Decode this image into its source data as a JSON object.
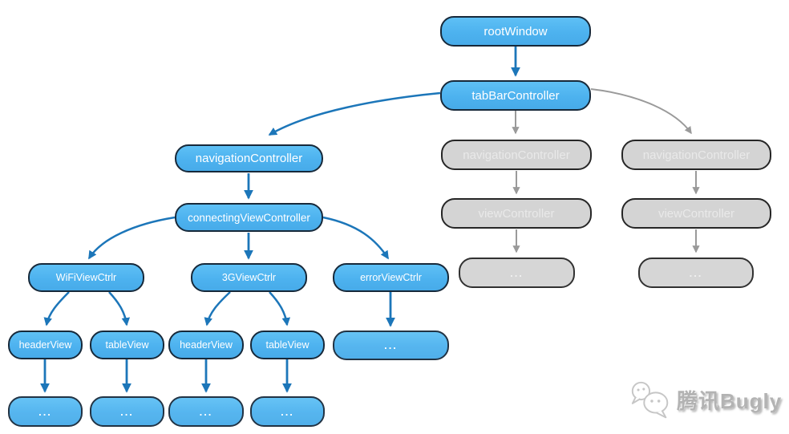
{
  "nodes": {
    "root_window": "rootWindow",
    "tab_bar_controller": "tabBarController",
    "navigation_controller_left": "navigationController",
    "navigation_controller_mid": "navigationController",
    "navigation_controller_right": "navigationController",
    "connecting_view_controller": "connectingViewController",
    "view_controller_mid": "viewController",
    "view_controller_right": "viewController",
    "wifi_view_ctrlr": "WiFiViewCtrlr",
    "g3_view_ctrlr": "3GViewCtrlr",
    "error_view_ctrlr": "errorViewCtrlr",
    "header_view_1": "headerView",
    "table_view_1": "tableView",
    "header_view_2": "headerView",
    "table_view_2": "tableView",
    "error_dots": "...",
    "dots_1": "...",
    "dots_2": "...",
    "dots_3": "...",
    "dots_4": "...",
    "dots_mid": "...",
    "dots_right": "..."
  },
  "edges": [
    {
      "from": "root_window",
      "to": "tab_bar_controller",
      "style": "blue"
    },
    {
      "from": "tab_bar_controller",
      "to": "navigation_controller_left",
      "style": "blue-curve"
    },
    {
      "from": "tab_bar_controller",
      "to": "navigation_controller_mid",
      "style": "gray"
    },
    {
      "from": "tab_bar_controller",
      "to": "navigation_controller_right",
      "style": "gray-curve"
    },
    {
      "from": "navigation_controller_left",
      "to": "connecting_view_controller",
      "style": "blue"
    },
    {
      "from": "connecting_view_controller",
      "to": "wifi_view_ctrlr",
      "style": "blue-curve"
    },
    {
      "from": "connecting_view_controller",
      "to": "g3_view_ctrlr",
      "style": "blue"
    },
    {
      "from": "connecting_view_controller",
      "to": "error_view_ctrlr",
      "style": "blue-curve"
    },
    {
      "from": "wifi_view_ctrlr",
      "to": "header_view_1",
      "style": "blue-curve"
    },
    {
      "from": "wifi_view_ctrlr",
      "to": "table_view_1",
      "style": "blue-curve"
    },
    {
      "from": "g3_view_ctrlr",
      "to": "header_view_2",
      "style": "blue-curve"
    },
    {
      "from": "g3_view_ctrlr",
      "to": "table_view_2",
      "style": "blue-curve"
    },
    {
      "from": "error_view_ctrlr",
      "to": "error_dots",
      "style": "blue"
    },
    {
      "from": "header_view_1",
      "to": "dots_1",
      "style": "blue"
    },
    {
      "from": "table_view_1",
      "to": "dots_2",
      "style": "blue"
    },
    {
      "from": "header_view_2",
      "to": "dots_3",
      "style": "blue"
    },
    {
      "from": "table_view_2",
      "to": "dots_4",
      "style": "blue"
    },
    {
      "from": "navigation_controller_mid",
      "to": "view_controller_mid",
      "style": "gray"
    },
    {
      "from": "view_controller_mid",
      "to": "dots_mid",
      "style": "gray"
    },
    {
      "from": "navigation_controller_right",
      "to": "view_controller_right",
      "style": "gray"
    },
    {
      "from": "view_controller_right",
      "to": "dots_right",
      "style": "gray"
    }
  ],
  "colors": {
    "node_blue": "#4db2ef",
    "node_blue_border": "#17293a",
    "node_gray": "#d4d4d4",
    "node_gray_border": "#262626",
    "node_text_blue": "#ffffff",
    "node_text_gray": "#e9e9e9",
    "arrow_blue": "#1c76b9",
    "arrow_gray": "#9a9a9a",
    "background": "#ffffff",
    "watermark_gray": "#b3b3b3"
  },
  "watermark": {
    "brand": "腾讯Bugly",
    "icon": "wechat-chat-bubbles-icon"
  }
}
